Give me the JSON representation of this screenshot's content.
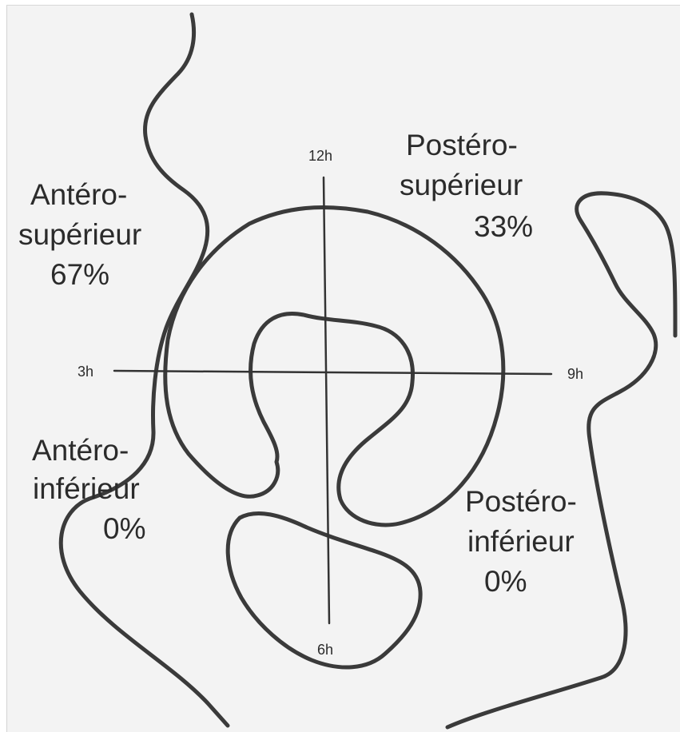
{
  "clock": {
    "h12": "12h",
    "h3": "3h",
    "h9": "9h",
    "h6": "6h"
  },
  "quadrants": {
    "antero_superieur": {
      "line1": "Antéro-",
      "line2": "supérieur",
      "percent": "67%"
    },
    "postero_superieur": {
      "line1": "Postéro-",
      "line2": "supérieur",
      "percent": "33%"
    },
    "antero_inferieur": {
      "line1": "Antéro-",
      "line2": "inférieur",
      "percent": "0%"
    },
    "postero_inferieur": {
      "line1": "Postéro-",
      "line2": "inférieur",
      "percent": "0%"
    }
  },
  "colors": {
    "ink": "#3a3a3a",
    "paper": "#f3f3f3"
  }
}
